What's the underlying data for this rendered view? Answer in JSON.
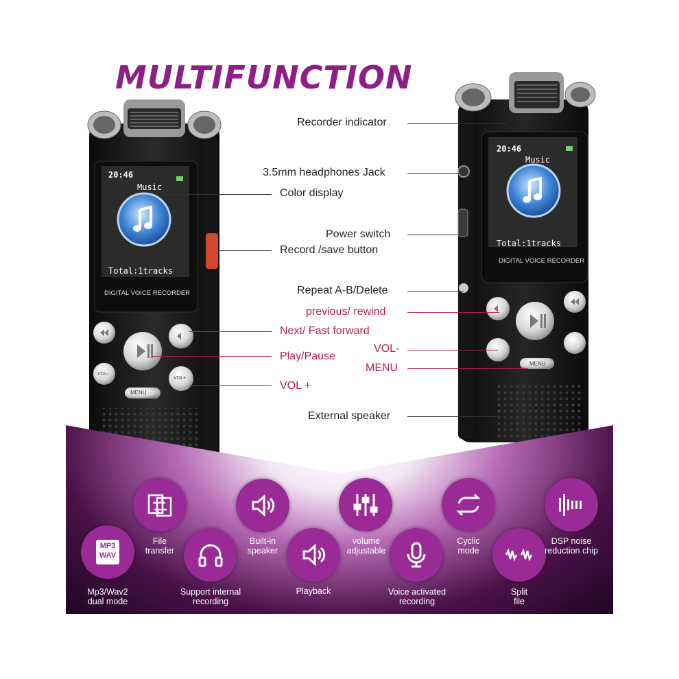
{
  "title": "MULTIFUNCTION",
  "device": {
    "time": "20:46",
    "screen_title": "Music",
    "tracks": "Total:1tracks",
    "brand": "DIGITAL VOICE RECORDER",
    "menu_key": "MENU",
    "vol_minus_key": "VOL-",
    "vol_plus_key": "VOL+"
  },
  "callouts": {
    "recorder_indicator": "Recorder indicator",
    "headphones_jack": "3.5mm headphones Jack",
    "color_display": "Color display",
    "power_switch": "Power switch",
    "record_save": "Record /save button",
    "repeat_delete": "Repeat A-B/Delete",
    "previous_rewind": "previous/ rewind",
    "next_forward": "Next/ Fast forward",
    "vol_minus": "VOL-",
    "play_pause": "Play/Pause",
    "menu": "MENU",
    "vol_plus": "VOL +",
    "external_speaker": "External speaker"
  },
  "features": {
    "mp3wav_icon_line1": "MP3",
    "mp3wav_icon_line2": "WAV",
    "mp3wav": [
      "Mp3/Wav2",
      "dual mode"
    ],
    "file_transfer": [
      "File",
      "transfer"
    ],
    "internal_recording": [
      "Support internal",
      "recording"
    ],
    "builtin_speaker": [
      "Built-in",
      "speaker"
    ],
    "playback": [
      "Playback"
    ],
    "volume": [
      "volume",
      "adjustable"
    ],
    "voice_activated": [
      "Voice activated",
      "recording"
    ],
    "cyclic": [
      "Cyclic",
      "mode"
    ],
    "split": [
      "Split",
      "file"
    ],
    "dsp": [
      "DSP noise",
      "reduction chip"
    ]
  },
  "colors": {
    "title": "#8e1f86",
    "accent_callout": "#b4224a",
    "feature_circle": "#9a2a95",
    "device_body": "#1a1a1a"
  }
}
